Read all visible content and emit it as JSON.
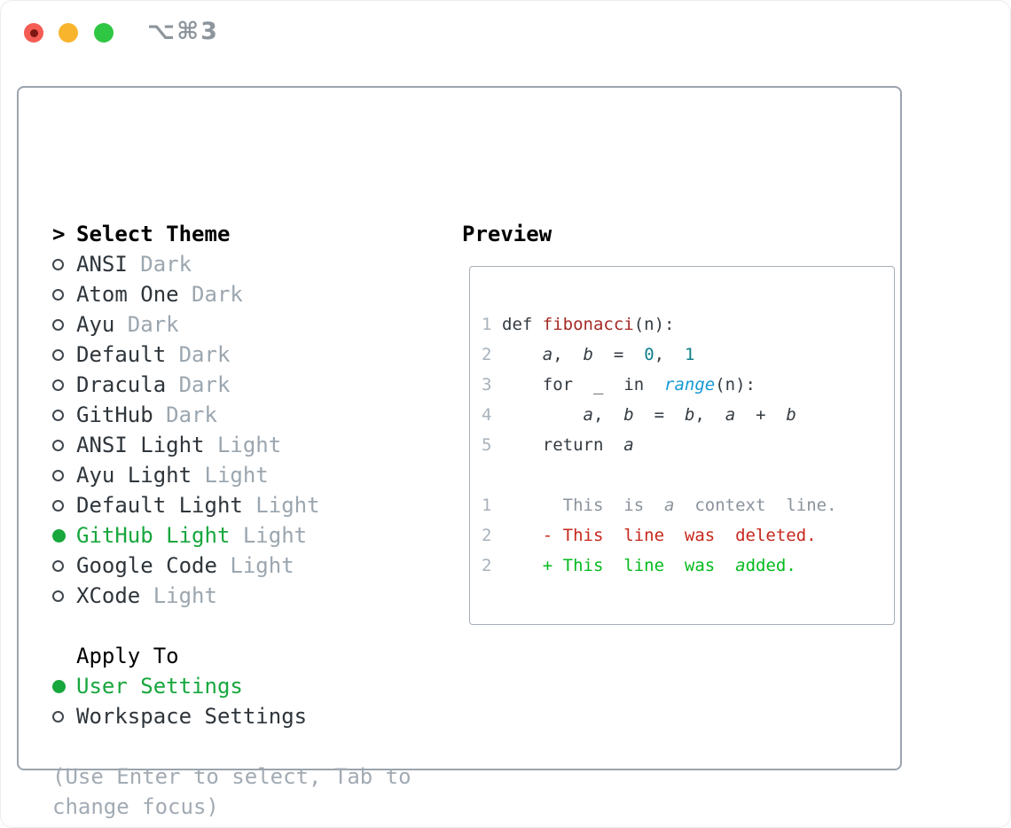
{
  "window": {
    "title": "⌥⌘3",
    "traffic_lights": [
      {
        "name": "close",
        "color": "#f45c54",
        "has_unsaved_dot": true
      },
      {
        "name": "minimize",
        "color": "#f9b42d"
      },
      {
        "name": "zoom",
        "color": "#2ec643"
      }
    ]
  },
  "left": {
    "prompt": ">",
    "title": "Select Theme",
    "themes": [
      {
        "name": "ANSI",
        "variant": "Dark",
        "selected": false
      },
      {
        "name": "Atom One",
        "variant": "Dark",
        "selected": false
      },
      {
        "name": "Ayu",
        "variant": "Dark",
        "selected": false
      },
      {
        "name": "Default",
        "variant": "Dark",
        "selected": false
      },
      {
        "name": "Dracula",
        "variant": "Dark",
        "selected": false
      },
      {
        "name": "GitHub",
        "variant": "Dark",
        "selected": false
      },
      {
        "name": "ANSI Light",
        "variant": "Light",
        "selected": false
      },
      {
        "name": "Ayu Light",
        "variant": "Light",
        "selected": false
      },
      {
        "name": "Default Light",
        "variant": "Light",
        "selected": false
      },
      {
        "name": "GitHub Light",
        "variant": "Light",
        "selected": true
      },
      {
        "name": "Google Code",
        "variant": "Light",
        "selected": false
      },
      {
        "name": "XCode",
        "variant": "Light",
        "selected": false
      }
    ],
    "apply_header": "Apply To",
    "apply_options": [
      {
        "label": "User Settings",
        "selected": true
      },
      {
        "label": "Workspace Settings",
        "selected": false
      }
    ],
    "hint": "(Use Enter to select, Tab to change focus)"
  },
  "preview": {
    "header": "Preview",
    "code_lines": [
      {
        "n": "1",
        "s": [
          {
            "t": "def ",
            "c": "c"
          },
          {
            "t": "fibonacci",
            "c": "f"
          },
          {
            "t": "(n):",
            "c": "c"
          }
        ]
      },
      {
        "n": "2",
        "s": [
          {
            "t": "    ",
            "c": "c"
          },
          {
            "t": "a",
            "c": "c",
            "i": 1
          },
          {
            "t": ",  ",
            "c": "c"
          },
          {
            "t": "b",
            "c": "c",
            "i": 1
          },
          {
            "t": "  =  ",
            "c": "c"
          },
          {
            "t": "0",
            "c": "l"
          },
          {
            "t": ",  ",
            "c": "c"
          },
          {
            "t": "1",
            "c": "l"
          }
        ]
      },
      {
        "n": "3",
        "s": [
          {
            "t": "    for  _  in  ",
            "c": "c"
          },
          {
            "t": "range",
            "c": "b",
            "i": 1
          },
          {
            "t": "(n):",
            "c": "c"
          }
        ]
      },
      {
        "n": "4",
        "s": [
          {
            "t": "        ",
            "c": "c"
          },
          {
            "t": "a",
            "c": "c",
            "i": 1
          },
          {
            "t": ",  ",
            "c": "c"
          },
          {
            "t": "b",
            "c": "c",
            "i": 1
          },
          {
            "t": "  =  ",
            "c": "c"
          },
          {
            "t": "b",
            "c": "c",
            "i": 1
          },
          {
            "t": ",  ",
            "c": "c"
          },
          {
            "t": "a",
            "c": "c",
            "i": 1
          },
          {
            "t": "  +  ",
            "c": "c"
          },
          {
            "t": "b",
            "c": "c",
            "i": 1
          }
        ]
      },
      {
        "n": "5",
        "s": [
          {
            "t": "    return  ",
            "c": "c"
          },
          {
            "t": "a",
            "c": "c",
            "i": 1
          }
        ]
      },
      {
        "n": "",
        "s": []
      },
      {
        "n": "1",
        "s": [
          {
            "t": "      This  is  ",
            "c": "x"
          },
          {
            "t": "a",
            "c": "x",
            "i": 1
          },
          {
            "t": "  context  line.",
            "c": "x"
          }
        ]
      },
      {
        "n": "2",
        "s": [
          {
            "t": "    - This  line  was  deleted.",
            "c": "del"
          }
        ]
      },
      {
        "n": "2",
        "s": [
          {
            "t": "    + This  line  was  ",
            "c": "add"
          },
          {
            "t": "a",
            "c": "add",
            "i": 1
          },
          {
            "t": "dded.",
            "c": "add"
          }
        ]
      }
    ]
  },
  "colors": {
    "selected_green": "#17a73d",
    "added_green": "#04bb1d",
    "deleted_red": "#c7281c",
    "function_red": "#a52a25",
    "builtin_blue": "#1499d6",
    "literal_teal": "#0f7f8a",
    "muted_gray": "#9ba6af",
    "line_number_gray": "#a8b2bc",
    "code_default": "#333a41",
    "panel_border": "#9aa4ad"
  }
}
